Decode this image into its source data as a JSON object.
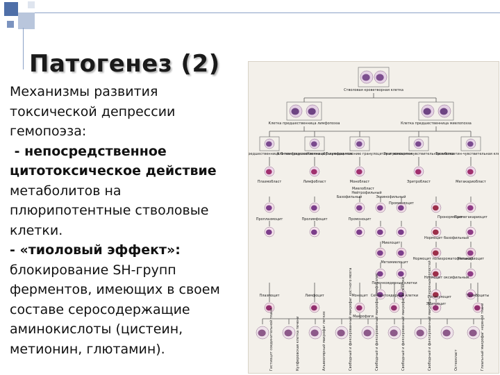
{
  "slide": {
    "title": "Патогенез (2)",
    "lines": [
      "Механизмы развития",
      "токсической депрессии",
      "гемопоэза:",
      " - непосредственное",
      "цитотоксическое действие",
      "метаболитов на",
      "плюрипотентные стволовые",
      "клетки.",
      "- «тиоловый эффект»:",
      "блокирование SH-групп",
      "ферментов, имеющих в своем",
      "составе серосодержащие",
      "аминокислоты (цистеин,",
      "метионин, глютамин)."
    ]
  },
  "scheme": {
    "stem_label": "Стволовая кроветворная клетка",
    "progenitor_lymph_label": "Клетка предшественница лимфопоэза",
    "progenitor_myelo_label": "Клетка предшественница миелопоэза",
    "row3_labels": [
      "Клетка предшественница В-лимфоцитов",
      "Клетка предшественница Т-лимфоцитов",
      "Клетка образующая колонию гранулоцитов и моноцитов",
      "Эритропоэтин-чувствительная клетка",
      "Тромбопоэтин-чувствительная клетка"
    ],
    "row4_labels": [
      "Плазмобласт",
      "Лимфобласт",
      "Монобласт",
      "Эритробласт",
      "Мегакариобласт"
    ],
    "mid_labels": [
      "Миелобласт",
      "Нейтрофильный",
      "Базофильный",
      "Эозинофильный",
      "Промиелоцит",
      "Пронормоцит",
      "Промегакариоцит",
      "Проплазмоцит",
      "Пролимфоцит",
      "Промоноцит",
      "Миелоцит",
      "Нормоцит базофильный",
      "Метамиелоцит",
      "Нормоцит полихроматофильный",
      "Мегакариоцит",
      "Палочкоядерные клетки",
      "Нормоцит оксифильный",
      "Ретикулоцит"
    ],
    "bottom_labels": [
      "Плазмоцит",
      "Лимфоцит",
      "Моноцит",
      "Сегментоядерные клетки",
      "Эритроцит",
      "Тромбоциты"
    ],
    "macrophage_label": "Макрофаги",
    "macro_types": [
      "Гистиоцит соединительной ткани",
      "Купферовская клетка печени",
      "Альвеолярный макрофаг легких",
      "Свободный и фиксированный макрофаг костного мозга",
      "Свободный и фиксированный макрофаг лимфоузлов",
      "Свободный и фиксированный макрофаг селезенки",
      "Свободный и фиксированный макрофаг серозных полостей",
      "Остеокласт",
      "Глиальный макрофаг нервной ткани"
    ]
  }
}
